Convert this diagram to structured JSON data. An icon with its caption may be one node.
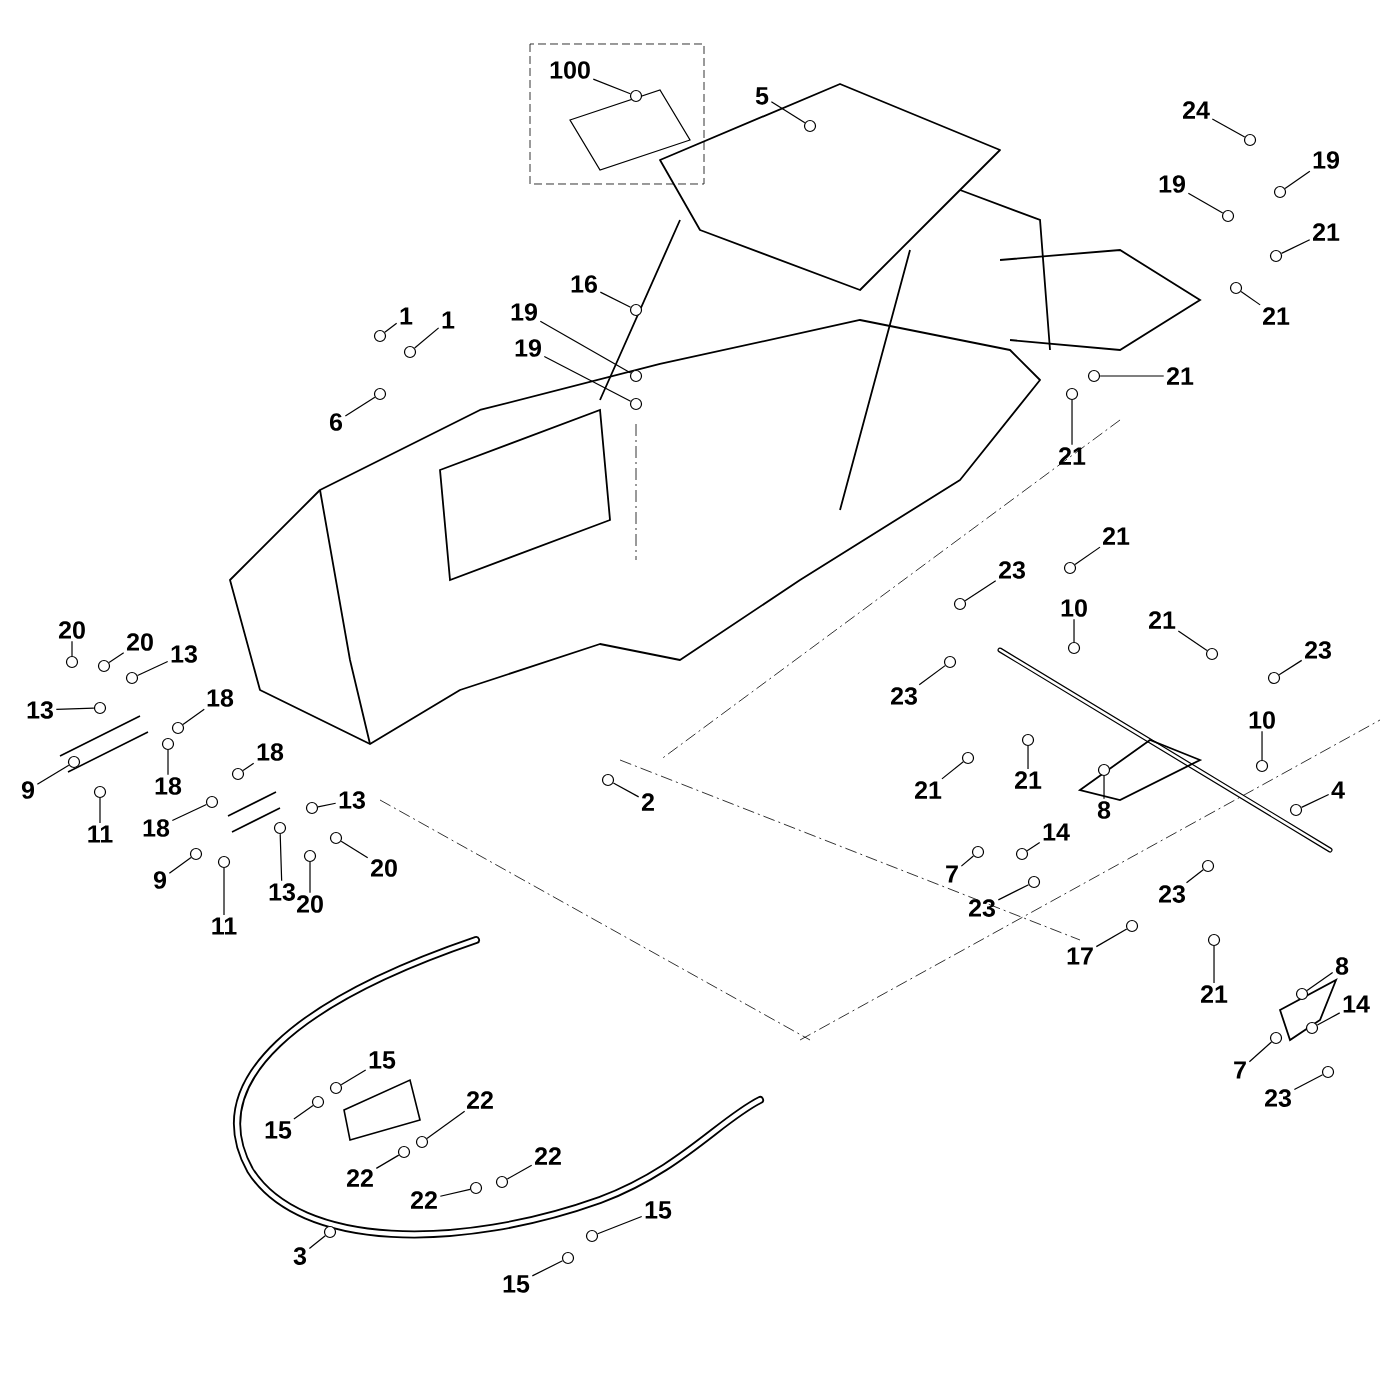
{
  "diagram": {
    "nodes": [
      {
        "text": [
          "100"
        ]
      },
      {
        "text": [
          "5"
        ]
      },
      {
        "text": [
          "24"
        ]
      },
      {
        "text": [
          "19"
        ]
      },
      {
        "text": [
          "19"
        ]
      },
      {
        "text": [
          "21"
        ]
      },
      {
        "text": [
          "16"
        ]
      },
      {
        "text": [
          "19"
        ]
      },
      {
        "text": [
          "1"
        ]
      },
      {
        "text": [
          "1"
        ]
      },
      {
        "text": [
          "21"
        ]
      },
      {
        "text": [
          "19"
        ]
      },
      {
        "text": [
          "21"
        ]
      },
      {
        "text": [
          "6"
        ]
      },
      {
        "text": [
          "21"
        ]
      },
      {
        "text": [
          "21"
        ]
      },
      {
        "text": [
          "23"
        ]
      },
      {
        "text": [
          "10"
        ]
      },
      {
        "text": [
          "21"
        ]
      },
      {
        "text": [
          "20"
        ]
      },
      {
        "text": [
          "20"
        ]
      },
      {
        "text": [
          "23"
        ]
      },
      {
        "text": [
          "13"
        ]
      },
      {
        "text": [
          "23"
        ]
      },
      {
        "text": [
          "18"
        ]
      },
      {
        "text": [
          "13"
        ]
      },
      {
        "text": [
          "10"
        ]
      },
      {
        "text": [
          "18"
        ]
      },
      {
        "text": [
          "18"
        ]
      },
      {
        "text": [
          "21"
        ]
      },
      {
        "text": [
          "21"
        ]
      },
      {
        "text": [
          "9"
        ]
      },
      {
        "text": [
          "4"
        ]
      },
      {
        "text": [
          "2"
        ]
      },
      {
        "text": [
          "13"
        ]
      },
      {
        "text": [
          "8"
        ]
      },
      {
        "text": [
          "18"
        ]
      },
      {
        "text": [
          "11"
        ]
      },
      {
        "text": [
          "14"
        ]
      },
      {
        "text": [
          "7"
        ]
      },
      {
        "text": [
          "9"
        ]
      },
      {
        "text": [
          "20"
        ]
      },
      {
        "text": [
          "13"
        ]
      },
      {
        "text": [
          "20"
        ]
      },
      {
        "text": [
          "23"
        ]
      },
      {
        "text": [
          "23"
        ]
      },
      {
        "text": [
          "11"
        ]
      },
      {
        "text": [
          "17"
        ]
      },
      {
        "text": [
          "8"
        ]
      },
      {
        "text": [
          "21"
        ]
      },
      {
        "text": [
          "14"
        ]
      },
      {
        "text": [
          "15"
        ]
      },
      {
        "text": [
          "7"
        ]
      },
      {
        "text": [
          "23"
        ]
      },
      {
        "text": [
          "22"
        ]
      },
      {
        "text": [
          "15"
        ]
      },
      {
        "text": [
          "22"
        ]
      },
      {
        "text": [
          "22"
        ]
      },
      {
        "text": [
          "22"
        ]
      },
      {
        "text": [
          "15"
        ]
      },
      {
        "text": [
          "3"
        ]
      },
      {
        "text": [
          "15"
        ]
      },
      {
        "text": [],
        "shape": "circle"
      },
      {
        "text": [],
        "shape": "circle"
      },
      {
        "text": [],
        "shape": "circle"
      },
      {
        "text": [],
        "shape": "circle"
      },
      {
        "text": [],
        "shape": "circle"
      },
      {
        "text": [],
        "shape": "circle"
      },
      {
        "text": [],
        "shape": "circle"
      },
      {
        "text": [],
        "shape": "circle"
      },
      {
        "text": [],
        "shape": "circle"
      },
      {
        "text": [],
        "shape": "circle"
      },
      {
        "text": [],
        "shape": "circle"
      },
      {
        "text": [],
        "shape": "circle"
      },
      {
        "text": [],
        "shape": "circle"
      },
      {
        "text": [],
        "shape": "circle"
      },
      {
        "text": [],
        "shape": "circle"
      },
      {
        "text": [],
        "shape": "circle"
      },
      {
        "text": [],
        "shape": "circle"
      },
      {
        "text": [],
        "shape": "circle"
      },
      {
        "text": [],
        "shape": "circle"
      },
      {
        "text": [],
        "shape": "circle"
      },
      {
        "text": [],
        "shape": "circle"
      },
      {
        "text": [],
        "shape": "circle"
      },
      {
        "text": [],
        "shape": "circle"
      },
      {
        "text": [],
        "shape": "circle"
      },
      {
        "text": [],
        "shape": "circle"
      },
      {
        "text": [],
        "shape": "circle"
      },
      {
        "text": [],
        "shape": "circle"
      },
      {
        "text": [],
        "shape": "circle"
      },
      {
        "text": [],
        "shape": "circle"
      },
      {
        "text": [],
        "shape": "circle"
      },
      {
        "text": [],
        "shape": "circle"
      },
      {
        "text": [],
        "shape": "circle"
      },
      {
        "text": [],
        "shape": "circle"
      },
      {
        "text": [],
        "shape": "circle"
      },
      {
        "text": [],
        "shape": "circle"
      },
      {
        "text": [],
        "shape": "circle"
      },
      {
        "text": [],
        "shape": "circle"
      },
      {
        "text": [],
        "shape": "circle"
      },
      {
        "text": [],
        "shape": "circle"
      },
      {
        "text": [],
        "shape": "circle"
      },
      {
        "text": [],
        "shape": "circle"
      },
      {
        "text": [],
        "shape": "circle"
      },
      {
        "text": [],
        "shape": "circle"
      },
      {
        "text": [],
        "shape": "circle"
      },
      {
        "text": [],
        "shape": "circle"
      },
      {
        "text": [],
        "shape": "circle"
      },
      {
        "text": [],
        "shape": "circle"
      },
      {
        "text": [],
        "shape": "circle"
      },
      {
        "text": [],
        "shape": "circle"
      },
      {
        "text": [],
        "shape": "circle"
      },
      {
        "text": [],
        "shape": "circle"
      },
      {
        "text": [],
        "shape": "circle"
      },
      {
        "text": [],
        "shape": "circle"
      },
      {
        "text": [],
        "shape": "circle"
      },
      {
        "text": [],
        "shape": "circle"
      },
      {
        "text": [],
        "shape": "circle"
      },
      {
        "text": [],
        "shape": "circle"
      },
      {
        "text": [],
        "shape": "circle"
      },
      {
        "text": [],
        "shape": "circle"
      },
      {
        "text": [],
        "shape": "circle"
      },
      {
        "text": [],
        "shape": "circle"
      },
      {
        "text": [],
        "shape": "circle"
      }
    ],
    "edges": [
      {
        "from": 0,
        "to": 62,
        "arrow": "none"
      },
      {
        "from": 1,
        "to": 63,
        "arrow": "none"
      },
      {
        "from": 2,
        "to": 64,
        "arrow": "none"
      },
      {
        "from": 3,
        "to": 65,
        "arrow": "none"
      },
      {
        "from": 4,
        "to": 66,
        "arrow": "none"
      },
      {
        "from": 5,
        "to": 67,
        "arrow": "none"
      },
      {
        "from": 6,
        "to": 68,
        "arrow": "none"
      },
      {
        "from": 7,
        "to": 69,
        "arrow": "none"
      },
      {
        "from": 8,
        "to": 70,
        "arrow": "none"
      },
      {
        "from": 9,
        "to": 71,
        "arrow": "none"
      },
      {
        "from": 10,
        "to": 72,
        "arrow": "none"
      },
      {
        "from": 11,
        "to": 73,
        "arrow": "none"
      },
      {
        "from": 12,
        "to": 74,
        "arrow": "none"
      },
      {
        "from": 13,
        "to": 75,
        "arrow": "none"
      },
      {
        "from": 14,
        "to": 76,
        "arrow": "none"
      },
      {
        "from": 15,
        "to": 77,
        "arrow": "none"
      },
      {
        "from": 16,
        "to": 78,
        "arrow": "none"
      },
      {
        "from": 17,
        "to": 79,
        "arrow": "none"
      },
      {
        "from": 18,
        "to": 80,
        "arrow": "none"
      },
      {
        "from": 19,
        "to": 81,
        "arrow": "none"
      },
      {
        "from": 20,
        "to": 82,
        "arrow": "none"
      },
      {
        "from": 21,
        "to": 83,
        "arrow": "none"
      },
      {
        "from": 22,
        "to": 84,
        "arrow": "none"
      },
      {
        "from": 23,
        "to": 85,
        "arrow": "none"
      },
      {
        "from": 24,
        "to": 86,
        "arrow": "none"
      },
      {
        "from": 25,
        "to": 87,
        "arrow": "none"
      },
      {
        "from": 26,
        "to": 88,
        "arrow": "none"
      },
      {
        "from": 27,
        "to": 89,
        "arrow": "none"
      },
      {
        "from": 28,
        "to": 90,
        "arrow": "none"
      },
      {
        "from": 29,
        "to": 91,
        "arrow": "none"
      },
      {
        "from": 30,
        "to": 92,
        "arrow": "none"
      },
      {
        "from": 31,
        "to": 93,
        "arrow": "none"
      },
      {
        "from": 32,
        "to": 94,
        "arrow": "none"
      },
      {
        "from": 33,
        "to": 95,
        "arrow": "none"
      },
      {
        "from": 34,
        "to": 96,
        "arrow": "none"
      },
      {
        "from": 35,
        "to": 97,
        "arrow": "none"
      },
      {
        "from": 36,
        "to": 98,
        "arrow": "none"
      },
      {
        "from": 37,
        "to": 99,
        "arrow": "none"
      },
      {
        "from": 38,
        "to": 100,
        "arrow": "none"
      },
      {
        "from": 39,
        "to": 101,
        "arrow": "none"
      },
      {
        "from": 40,
        "to": 102,
        "arrow": "none"
      },
      {
        "from": 41,
        "to": 103,
        "arrow": "none"
      },
      {
        "from": 42,
        "to": 104,
        "arrow": "none"
      },
      {
        "from": 43,
        "to": 105,
        "arrow": "none"
      },
      {
        "from": 44,
        "to": 106,
        "arrow": "none"
      },
      {
        "from": 45,
        "to": 107,
        "arrow": "none"
      },
      {
        "from": 46,
        "to": 108,
        "arrow": "none"
      },
      {
        "from": 47,
        "to": 109,
        "arrow": "none"
      },
      {
        "from": 48,
        "to": 110,
        "arrow": "none"
      },
      {
        "from": 49,
        "to": 111,
        "arrow": "none"
      },
      {
        "from": 50,
        "to": 112,
        "arrow": "none"
      },
      {
        "from": 51,
        "to": 113,
        "arrow": "none"
      },
      {
        "from": 52,
        "to": 114,
        "arrow": "none"
      },
      {
        "from": 53,
        "to": 115,
        "arrow": "none"
      },
      {
        "from": 54,
        "to": 116,
        "arrow": "none"
      },
      {
        "from": 55,
        "to": 117,
        "arrow": "none"
      },
      {
        "from": 56,
        "to": 118,
        "arrow": "none"
      },
      {
        "from": 57,
        "to": 119,
        "arrow": "none"
      },
      {
        "from": 58,
        "to": 120,
        "arrow": "none"
      },
      {
        "from": 59,
        "to": 121,
        "arrow": "none"
      },
      {
        "from": 60,
        "to": 122,
        "arrow": "none"
      },
      {
        "from": 61,
        "to": 123,
        "arrow": "none"
      }
    ]
  }
}
